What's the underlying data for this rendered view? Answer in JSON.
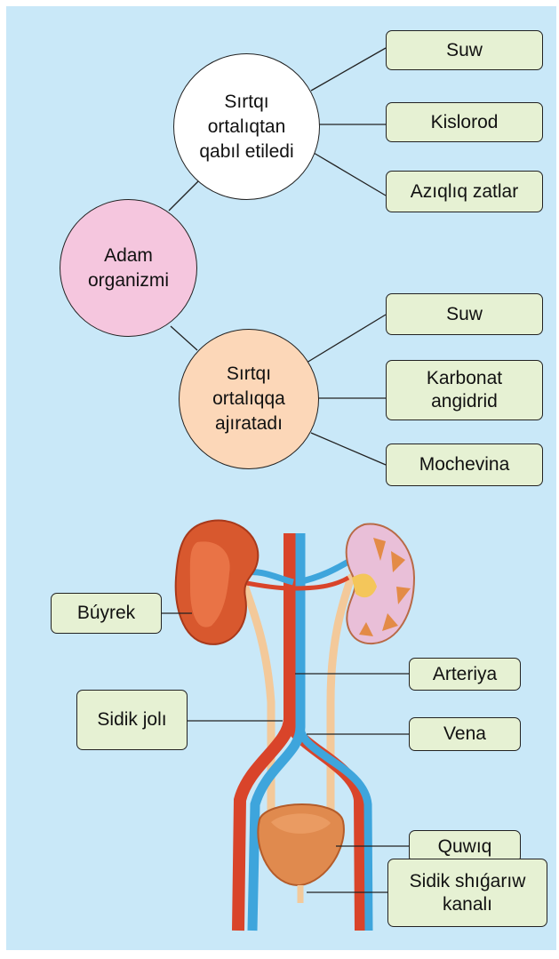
{
  "concept_map": {
    "center": "Adam\norganizmi",
    "intake": {
      "label": "Sırtqı\nortalıqtan\nqabıl etiledi",
      "items": [
        "Suw",
        "Kislorod",
        "Azıqlıq zatlar"
      ]
    },
    "excretion": {
      "label": "Sırtqı\nortalıqqa\najıratadı",
      "items": [
        "Suw",
        "Karbonat\nangidrid",
        "Mochevina"
      ]
    }
  },
  "anatomy": {
    "labels": {
      "kidney": "Búyrek",
      "ureter": "Sidik jolı",
      "artery": "Arteriya",
      "vein": "Vena",
      "bladder": "Quwıq",
      "urethra": "Sidik shıǵarıw\nkanalı"
    }
  },
  "colors": {
    "background": "#c9e8f8",
    "label_fill": "#e6f1d3",
    "center_circle": "#f5c6de",
    "intake_circle": "#ffffff",
    "excretion_circle": "#fcd7b8",
    "kidney": "#d8582e",
    "artery": "#d9442a",
    "vein": "#3ea5dc",
    "ureter": "#f3c99a",
    "bladder": "#e08a4e"
  }
}
